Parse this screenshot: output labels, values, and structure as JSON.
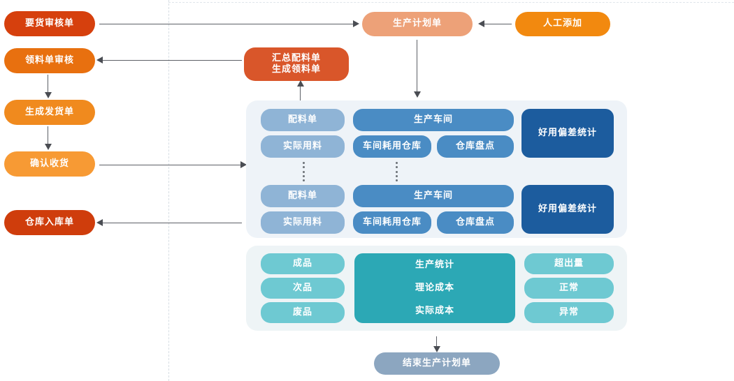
{
  "diagram": {
    "title_text": "",
    "colors": {
      "red_orange": "#d6400d",
      "orange_dark": "#e8700f",
      "orange_mid": "#f08a1e",
      "orange_light": "#f79a34",
      "salmon": "#eda178",
      "rust": "#d9562a",
      "blue_light": "#8fb4d6",
      "blue_mid": "#4a8cc4",
      "blue_dark": "#1c5c9e",
      "blue_panel": "#eef3f8",
      "teal_light": "#6ec9d2",
      "teal_dark": "#2ca8b5",
      "slate": "#8ca6c0",
      "arrow": "#5c5f66"
    }
  },
  "left_column": [
    {
      "label": "要货审核单",
      "color": "#d6400d"
    },
    {
      "label": "领料单审核",
      "color": "#e8700f"
    },
    {
      "label": "生成发货单",
      "color": "#f08a1e"
    },
    {
      "label": "确认收货",
      "color": "#f79a34"
    },
    {
      "label": "仓库入库单",
      "color": "#cf3d0c"
    }
  ],
  "top_row": {
    "plan_order": {
      "label": "生产计划单",
      "color": "#eda178"
    },
    "manual_add": {
      "label": "人工添加",
      "color": "#f2890f"
    },
    "summarize": {
      "label": "汇总配料单\n生成领料单",
      "color": "#d9562a"
    }
  },
  "production_panel": {
    "rows": [
      {
        "recipe": {
          "label": "配料单",
          "color": "#8fb4d6"
        },
        "actual": {
          "label": "实际用料",
          "color": "#8fb4d6"
        },
        "workshop": {
          "label": "生产车间",
          "color": "#4a8cc4"
        },
        "workshop_wh": {
          "label": "车间耗用仓库",
          "color": "#4a8cc4"
        },
        "stock_check": {
          "label": "仓库盘点",
          "color": "#4a8cc4"
        },
        "deviation": {
          "label": "好用偏差统计",
          "color": "#1c5c9e"
        }
      },
      {
        "recipe": {
          "label": "配料单",
          "color": "#8fb4d6"
        },
        "actual": {
          "label": "实际用料",
          "color": "#8fb4d6"
        },
        "workshop": {
          "label": "生产车间",
          "color": "#4a8cc4"
        },
        "workshop_wh": {
          "label": "车间耗用仓库",
          "color": "#4a8cc4"
        },
        "stock_check": {
          "label": "仓库盘点",
          "color": "#4a8cc4"
        },
        "deviation": {
          "label": "好用偏差统计",
          "color": "#1c5c9e"
        }
      }
    ]
  },
  "statistics_panel": {
    "left": [
      {
        "label": "成品",
        "color": "#6ec9d2"
      },
      {
        "label": "次品",
        "color": "#6ec9d2"
      },
      {
        "label": "废品",
        "color": "#6ec9d2"
      }
    ],
    "center": {
      "color": "#2ca8b5",
      "lines": [
        "生产统计",
        "理论成本",
        "实际成本"
      ]
    },
    "right": [
      {
        "label": "超出量",
        "color": "#6ec9d2"
      },
      {
        "label": "正常",
        "color": "#6ec9d2"
      },
      {
        "label": "异常",
        "color": "#6ec9d2"
      }
    ]
  },
  "footer": {
    "end_plan": {
      "label": "结束生产计划单",
      "color": "#8ca6c0"
    }
  }
}
